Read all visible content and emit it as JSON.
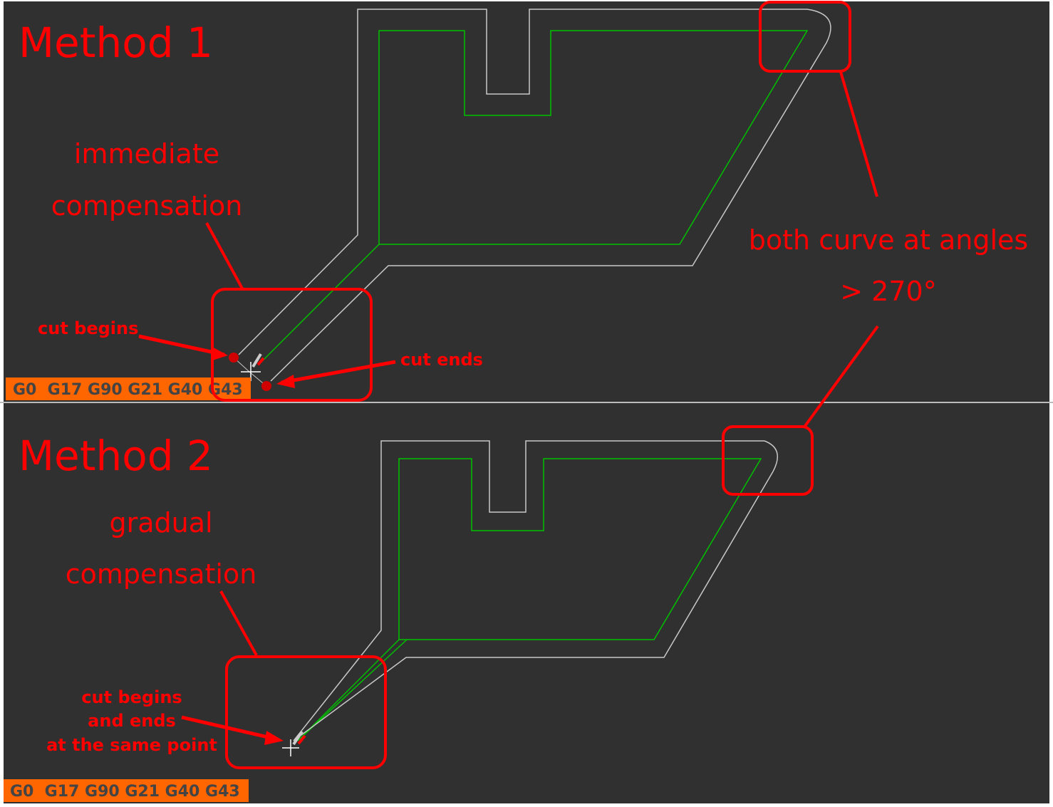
{
  "panels": [
    {
      "title": "Method 1",
      "annotation_line1": "immediate",
      "annotation_line2": "compensation",
      "cut_begins": "cut begins",
      "cut_ends": "cut ends",
      "gcode_status": "G0  G17 G90 G21 G40 G43"
    },
    {
      "title": "Method 2",
      "annotation_line1": "gradual",
      "annotation_line2": "compensation",
      "cut_note_line1": "cut begins",
      "cut_note_line2": "and ends",
      "cut_note_line3": "at the same point",
      "gcode_status": "G0  G17 G90 G21 G40 G43"
    }
  ],
  "shared_note": {
    "line1": "both curve at angles",
    "line2": "> 270°"
  },
  "colors": {
    "background": "#303030",
    "annotation": "#ff0000",
    "programmed_path": "#00c000",
    "tool_path": "#c8c8c8",
    "status_bar": "#ff6600"
  }
}
